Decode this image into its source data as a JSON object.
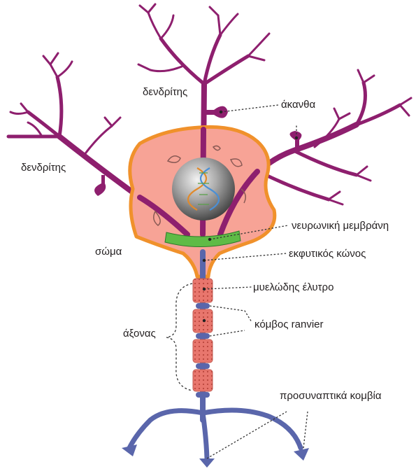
{
  "labels": {
    "dendrite_top": "δενδρίτης",
    "dendrite_left": "δενδρίτης",
    "spine": "άκανθα",
    "soma": "σώμα",
    "membrane": "νευρωνική μεμβράνη",
    "axon_hillock": "εκφυτικός κώνος",
    "myelin": "μυελώδης έλυτρο",
    "ranvier": "κόμβος ranvier",
    "axon": "άξονας",
    "terminals": "προσυναπτικά κομβία"
  },
  "colors": {
    "dendrite": "#8e1f6e",
    "soma_fill": "#f7a396",
    "soma_outline": "#f0912b",
    "membrane": "#5fbb46",
    "axon": "#5a66ab",
    "myelin": "#e8766d",
    "label_text": "#231f20"
  }
}
